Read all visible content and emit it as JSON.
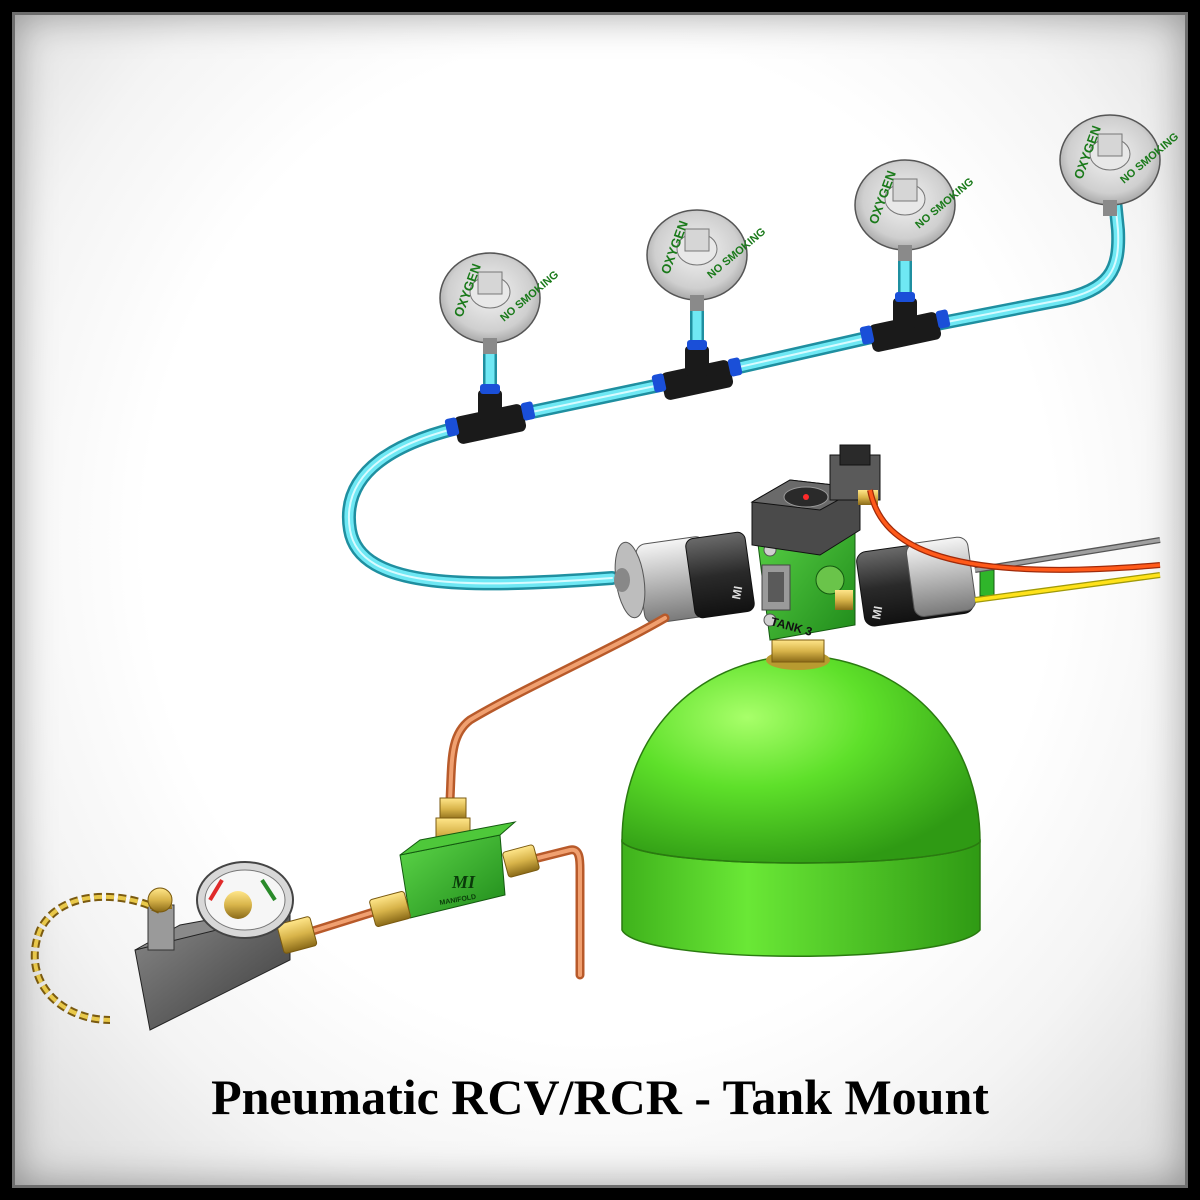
{
  "title": "Pneumatic RCV/RCR - Tank Mount",
  "outlets": {
    "label_top": "OXYGEN",
    "label_bottom": "NO SMOKING",
    "count": 4
  },
  "valve_block": {
    "tank_label": "TANK 3",
    "side_label_left": "MI",
    "side_label_right": "MI"
  },
  "manifold_block": {
    "logo": "MI",
    "small_text": "MANIFOLD"
  },
  "colors": {
    "tank_green": "#5ee02a",
    "block_green": "#2fb52a",
    "tubing_cyan": "#4fd8e8",
    "copper": "#e08a5a",
    "brass": "#d8b44a",
    "wire_gray": "#8a8a8a",
    "wire_orange": "#ff5a1a",
    "wire_yellow": "#ffe21a",
    "fitting_black": "#1a1a1a",
    "fitting_blue": "#1a4fd8"
  }
}
